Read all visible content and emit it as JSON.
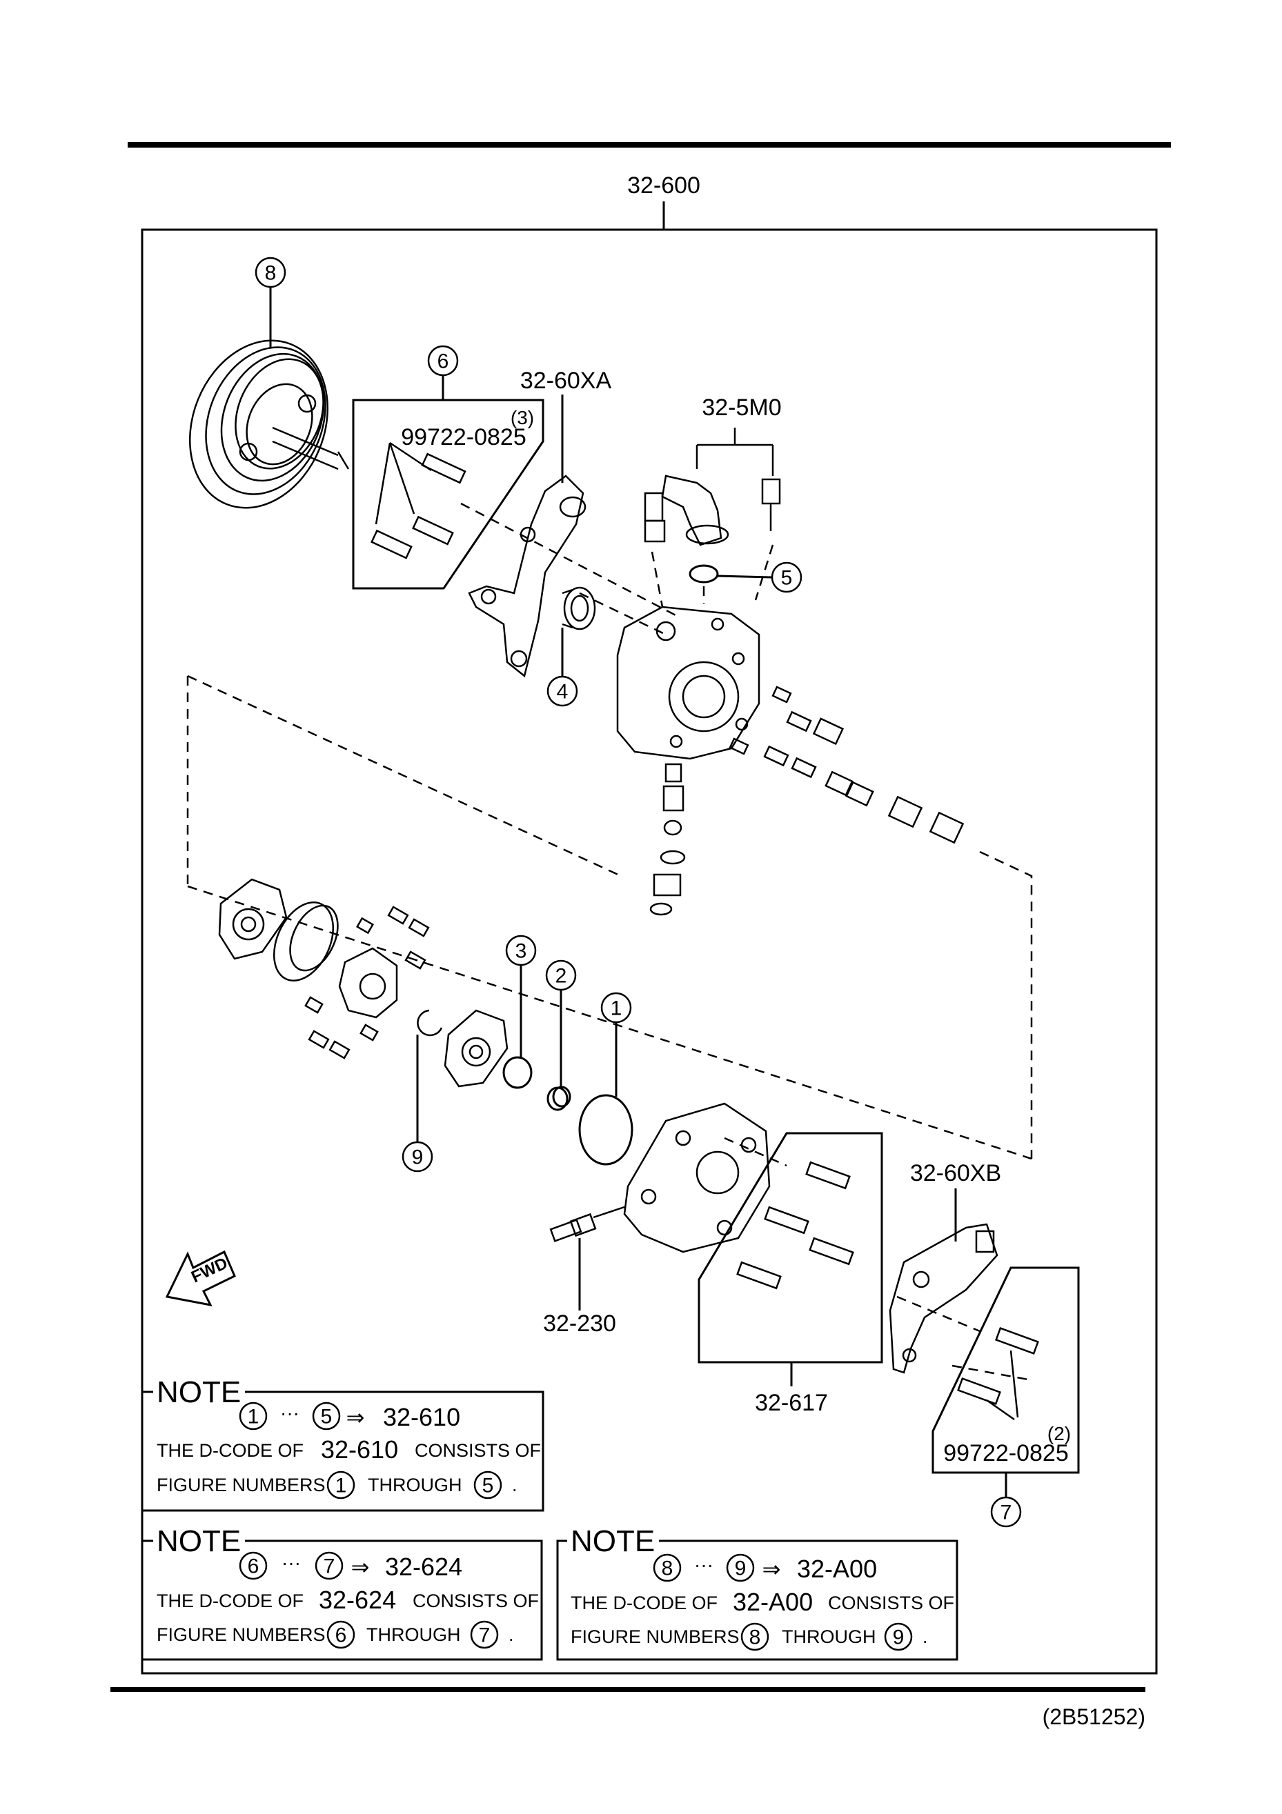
{
  "diagram": {
    "assembly_part": "32-600",
    "reference_code": "(2B51252)",
    "fwd_label": "FWD",
    "callouts": [
      "1",
      "2",
      "3",
      "4",
      "5",
      "6",
      "7",
      "8",
      "9"
    ],
    "part_labels": {
      "bracket_a": "32-60XA",
      "hose_fitting": "32-5M0",
      "bracket_b": "32-60XB",
      "connector": "32-230",
      "bolt_set": "32-617",
      "bolt_code_upper": "99722-0825",
      "bolt_qty_upper": "(3)",
      "bolt_code_lower": "99722-0825",
      "bolt_qty_lower": "(2)"
    }
  },
  "notes": [
    {
      "title": "NOTE",
      "from": "1",
      "to": "5",
      "dots": "···",
      "arrow": "⇒",
      "target": "32-610",
      "text_prefix": "THE D-CODE OF",
      "text_code": "32-610",
      "text_suffix": "CONSISTS OF",
      "line2_prefix": "FIGURE NUMBERS",
      "line2_mid": "THROUGH",
      "line2_end": "."
    },
    {
      "title": "NOTE",
      "from": "6",
      "to": "7",
      "dots": "···",
      "arrow": "⇒",
      "target": "32-624",
      "text_prefix": "THE D-CODE OF",
      "text_code": "32-624",
      "text_suffix": "CONSISTS OF",
      "line2_prefix": "FIGURE NUMBERS",
      "line2_mid": "THROUGH",
      "line2_end": "."
    },
    {
      "title": "NOTE",
      "from": "8",
      "to": "9",
      "dots": "···",
      "arrow": "⇒",
      "target": "32-A00",
      "text_prefix": "THE D-CODE OF",
      "text_code": "32-A00",
      "text_suffix": "CONSISTS OF",
      "line2_prefix": "FIGURE NUMBERS",
      "line2_mid": "THROUGH",
      "line2_end": "."
    }
  ]
}
